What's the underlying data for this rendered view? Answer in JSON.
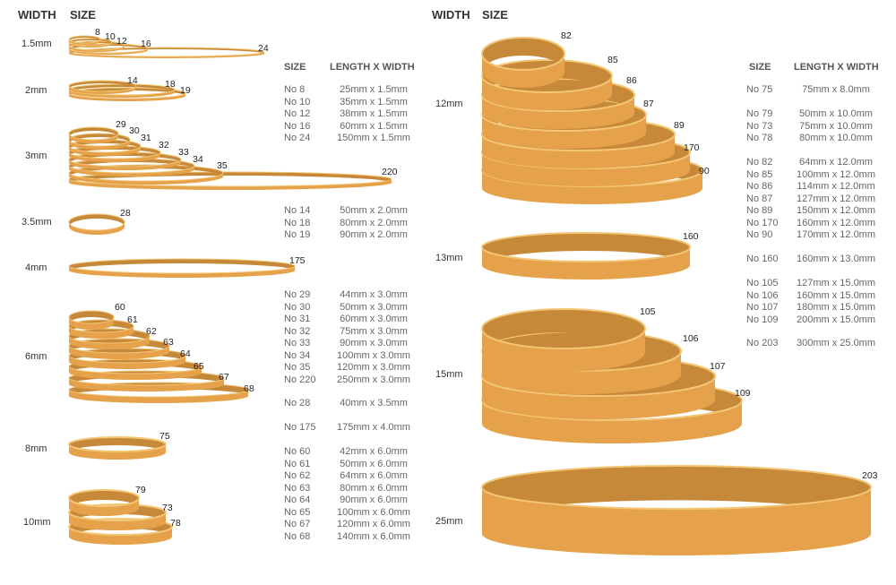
{
  "colors": {
    "band_front": "#E5A24A",
    "band_inner": "#C68839",
    "band_rim": "#F3C676",
    "text": "#666666"
  },
  "headers": {
    "width": "WIDTH",
    "size": "SIZE",
    "table_size": "SIZE",
    "table_dims": "LENGTH X WIDTH"
  },
  "groups": [
    {
      "width": "1.5mm",
      "bands": [
        "8",
        "10",
        "12",
        "16",
        "24"
      ]
    },
    {
      "width": "2mm",
      "bands": [
        "14",
        "18",
        "19"
      ]
    },
    {
      "width": "3mm",
      "bands": [
        "29",
        "30",
        "31",
        "32",
        "33",
        "34",
        "35",
        "220"
      ]
    },
    {
      "width": "3.5mm",
      "bands": [
        "28"
      ]
    },
    {
      "width": "4mm",
      "bands": [
        "175"
      ]
    },
    {
      "width": "6mm",
      "bands": [
        "60",
        "61",
        "62",
        "63",
        "64",
        "65",
        "67",
        "68"
      ]
    },
    {
      "width": "8mm",
      "bands": [
        "75"
      ]
    },
    {
      "width": "10mm",
      "bands": [
        "79",
        "73",
        "78"
      ]
    },
    {
      "width": "12mm",
      "bands": [
        "82",
        "85",
        "86",
        "87",
        "89",
        "170",
        "90"
      ]
    },
    {
      "width": "13mm",
      "bands": [
        "160"
      ]
    },
    {
      "width": "15mm",
      "bands": [
        "105",
        "106",
        "107",
        "109"
      ]
    },
    {
      "width": "25mm",
      "bands": [
        "203"
      ]
    }
  ],
  "left_table": [
    [
      [
        "No 8",
        "25mm x 1.5mm"
      ],
      [
        "No 10",
        "35mm x 1.5mm"
      ],
      [
        "No 12",
        "38mm x 1.5mm"
      ],
      [
        "No 16",
        "60mm x 1.5mm"
      ],
      [
        "No 24",
        "150mm x 1.5mm"
      ]
    ],
    [
      [
        "No 14",
        "50mm x 2.0mm"
      ],
      [
        "No 18",
        "80mm x 2.0mm"
      ],
      [
        "No 19",
        "90mm x 2.0mm"
      ]
    ],
    [
      [
        "No 29",
        "44mm x 3.0mm"
      ],
      [
        "No 30",
        "50mm x 3.0mm"
      ],
      [
        "No 31",
        "60mm x 3.0mm"
      ],
      [
        "No 32",
        "75mm x 3.0mm"
      ],
      [
        "No 33",
        "90mm x 3.0mm"
      ],
      [
        "No 34",
        "100mm x 3.0mm"
      ],
      [
        "No 35",
        "120mm x 3.0mm"
      ],
      [
        "No 220",
        "250mm x 3.0mm"
      ]
    ],
    [
      [
        "No 28",
        "40mm x 3.5mm"
      ]
    ],
    [
      [
        "No 175",
        "175mm x 4.0mm"
      ]
    ],
    [
      [
        "No 60",
        "42mm x 6.0mm"
      ],
      [
        "No 61",
        "50mm x 6.0mm"
      ],
      [
        "No 62",
        "64mm x 6.0mm"
      ],
      [
        "No 63",
        "80mm x 6.0mm"
      ],
      [
        "No 64",
        "90mm x 6.0mm"
      ],
      [
        "No 65",
        "100mm x 6.0mm"
      ],
      [
        "No 67",
        "120mm x 6.0mm"
      ],
      [
        "No 68",
        "140mm x 6.0mm"
      ]
    ]
  ],
  "right_table": [
    [
      [
        "No 75",
        "75mm x 8.0mm"
      ]
    ],
    [
      [
        "No 79",
        "50mm x 10.0mm"
      ],
      [
        "No 73",
        "75mm x 10.0mm"
      ],
      [
        "No 78",
        "80mm x 10.0mm"
      ]
    ],
    [
      [
        "No 82",
        "64mm x 12.0mm"
      ],
      [
        "No 85",
        "100mm x 12.0mm"
      ],
      [
        "No 86",
        "114mm x 12.0mm"
      ],
      [
        "No 87",
        "127mm x 12.0mm"
      ],
      [
        "No 89",
        "150mm x 12.0mm"
      ],
      [
        "No 170",
        "160mm x 12.0mm"
      ],
      [
        "No 90",
        "170mm x 12.0mm"
      ]
    ],
    [
      [
        "No 160",
        "160mm x 13.0mm"
      ]
    ],
    [
      [
        "No 105",
        "127mm x 15.0mm"
      ],
      [
        "No 106",
        "160mm x 15.0mm"
      ],
      [
        "No 107",
        "180mm x 15.0mm"
      ],
      [
        "No 109",
        "200mm x 15.0mm"
      ]
    ],
    [
      [
        "No 203",
        "300mm x 25.0mm"
      ]
    ]
  ]
}
